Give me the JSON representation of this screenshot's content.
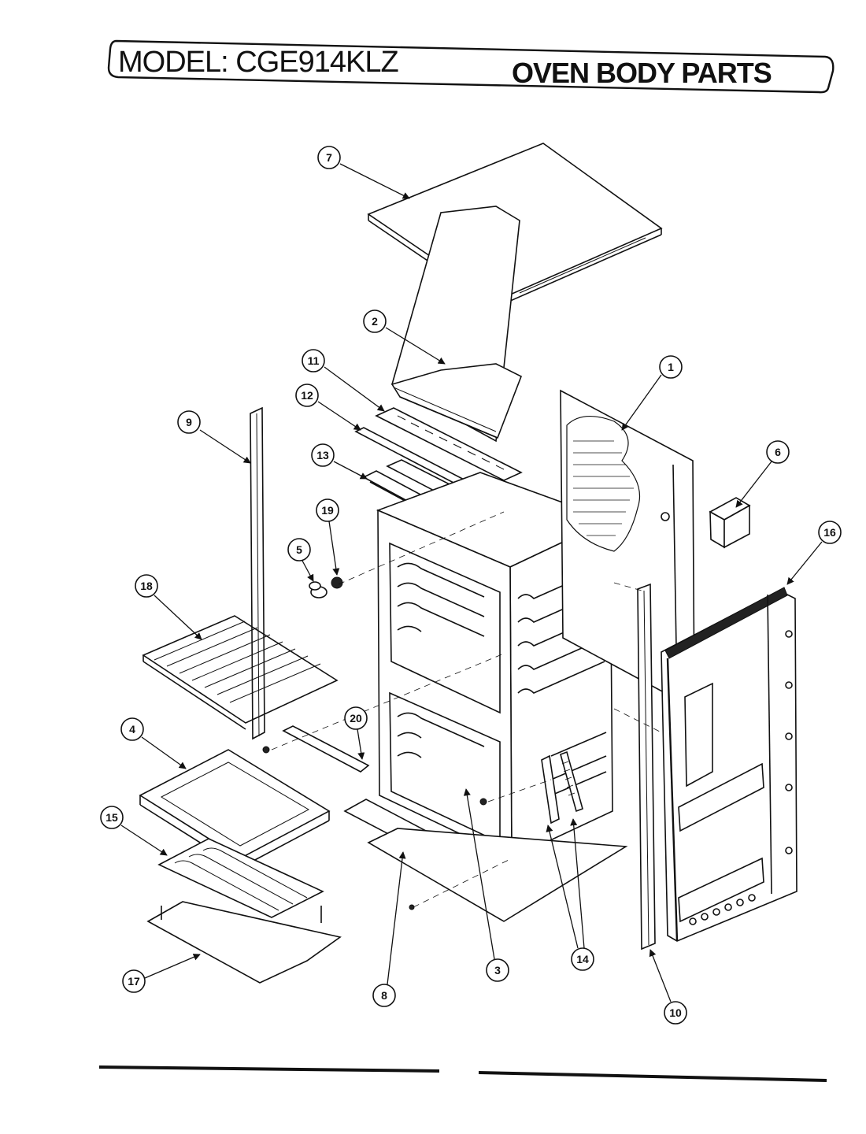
{
  "header": {
    "model_label": "MODEL: CGE914KLZ",
    "section_title": "OVEN BODY PARTS"
  },
  "callouts": [
    "1",
    "2",
    "3",
    "4",
    "5",
    "6",
    "7",
    "8",
    "9",
    "10",
    "11",
    "12",
    "13",
    "14",
    "15",
    "16",
    "17",
    "18",
    "19",
    "20"
  ]
}
